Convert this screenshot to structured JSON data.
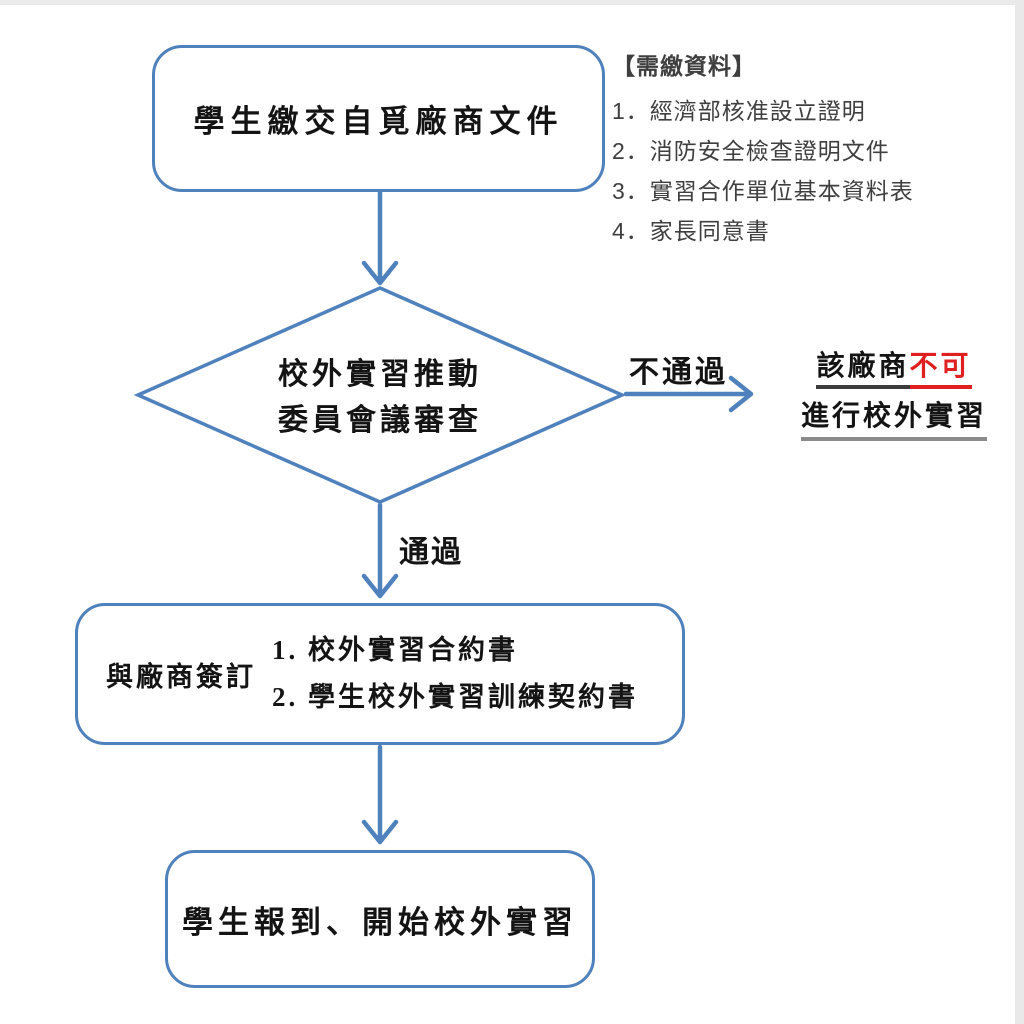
{
  "colors": {
    "line": "#4f81bd",
    "ink": "#141414",
    "note": "#3f3f3f",
    "red": "#e02020",
    "underline_dark": "#3c3c3c",
    "underline_gray": "#8a8a8a"
  },
  "top_box": {
    "label": "學生繳交自覓廠商文件"
  },
  "required_docs": {
    "title": "【需繳資料】",
    "items": [
      "1．經濟部核准設立證明",
      "2．消防安全檢查證明文件",
      "3．實習合作單位基本資料表",
      "4．家長同意書"
    ]
  },
  "decision": {
    "line1": "校外實習推動",
    "line2": "委員會議審查"
  },
  "branch_fail": {
    "label": "不通過",
    "result_black": "該廠商",
    "result_red": "不可",
    "result_line2": "進行校外實習"
  },
  "branch_pass": {
    "label": "通過"
  },
  "sign_box": {
    "prefix": "與廠商簽訂",
    "items": [
      "1.  校外實習合約書",
      "2.  學生校外實習訓練契約書"
    ]
  },
  "final_box": {
    "label": "學生報到、開始校外實習"
  }
}
